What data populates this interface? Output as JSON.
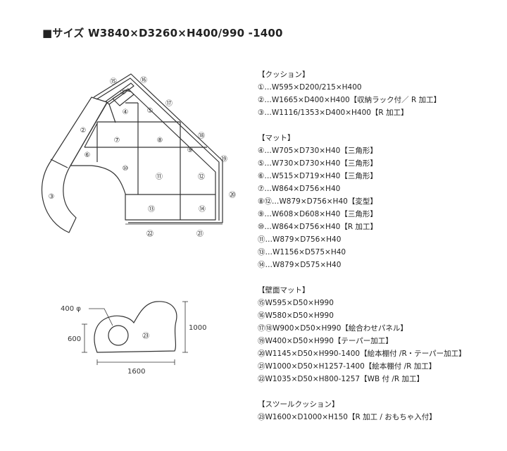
{
  "title": "■サイズ W3840×D3260×H400/990 -1400",
  "plan": {
    "numbers": [
      "⑮",
      "⑯",
      "①",
      "④",
      "⑤",
      "⑰",
      "②",
      "⑦",
      "⑧",
      "⑱",
      "⑨",
      "⑲",
      "⑥",
      "⑩",
      "⑪",
      "⑫",
      "⑳",
      "③",
      "⑬",
      "⑭",
      "㉒",
      "㉑"
    ]
  },
  "stool": {
    "hole_label": "400 φ",
    "height_small": "600",
    "height_large": "1000",
    "width": "1600",
    "number": "㉓"
  },
  "sections": [
    {
      "heading": "【クッション】",
      "items": [
        "①…W595×D200/215×H400",
        "②…W1665×D400×H400【収納ラック付／ R 加工】",
        "③…W1116/1353×D400×H400【R 加工】"
      ]
    },
    {
      "heading": "【マット】",
      "items": [
        "④…W705×D730×H40【三角形】",
        "⑤…W730×D730×H40【三角形】",
        "⑥…W515×D719×H40【三角形】",
        "⑦…W864×D756×H40",
        "⑧⑫…W879×D756×H40【変型】",
        "⑨…W608×D608×H40【三角形】",
        "⑩…W864×D756×H40【R 加工】",
        "⑪…W879×D756×H40",
        "⑬…W1156×D575×H40",
        "⑭…W879×D575×H40"
      ]
    },
    {
      "heading": "【壁面マット】",
      "items": [
        "⑮W595×D50×H990",
        "⑯W580×D50×H990",
        "⑰⑱W900×D50×H990【絵合わせパネル】",
        "⑲W400×D50×H990【テーパー加工】",
        "⑳W1145×D50×H990-1400【絵本棚付 /R・テーパー加工】",
        "㉑W1000×D50×H1257-1400【絵本棚付 /R 加工】",
        "㉒W1035×D50×H800-1257【WB 付 /R 加工】"
      ]
    },
    {
      "heading": "【スツールクッション】",
      "items": [
        "㉓W1600×D1000×H150【R 加工 / おもちゃ入付】"
      ]
    }
  ]
}
